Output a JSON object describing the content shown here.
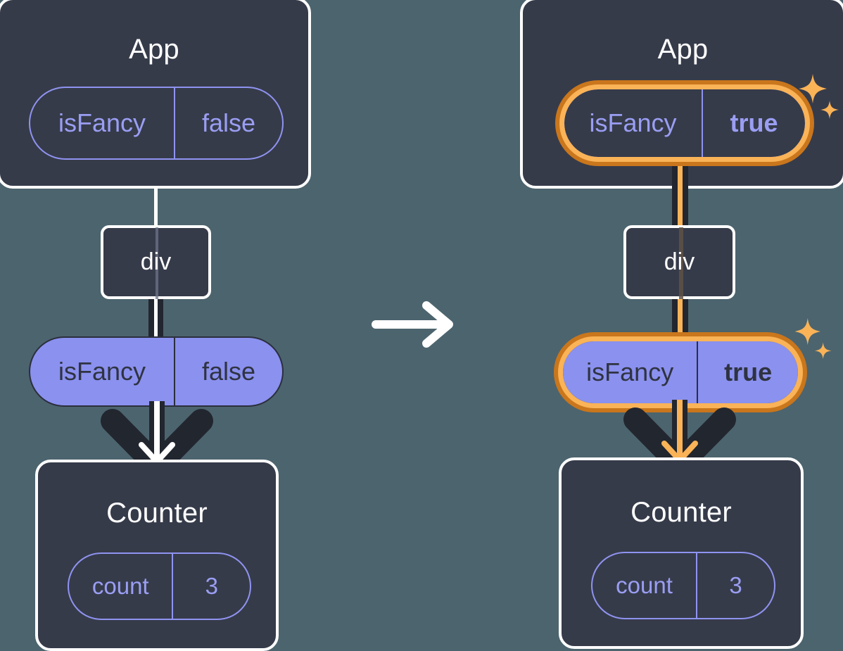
{
  "diagram": {
    "type": "react-state-flow",
    "background_color": "#4c646e",
    "node_color": "#363b4a",
    "prop_pill_color": "#8a91ef",
    "accent_outer": "#c9761c",
    "accent_inner": "#fab357",
    "transition_label": "rerender-arrow"
  },
  "before": {
    "app": {
      "title": "App",
      "state": {
        "name": "isFancy",
        "value": "false"
      }
    },
    "div": {
      "label": "div"
    },
    "prop": {
      "name": "isFancy",
      "value": "false"
    },
    "counter": {
      "title": "Counter",
      "state": {
        "name": "count",
        "value": "3"
      }
    }
  },
  "after": {
    "app": {
      "title": "App",
      "state": {
        "name": "isFancy",
        "value": "true"
      }
    },
    "div": {
      "label": "div"
    },
    "prop": {
      "name": "isFancy",
      "value": "true"
    },
    "counter": {
      "title": "Counter",
      "state": {
        "name": "count",
        "value": "3"
      }
    },
    "sparkle_top": "sparkles-icon",
    "sparkle_mid": "sparkles-icon"
  }
}
